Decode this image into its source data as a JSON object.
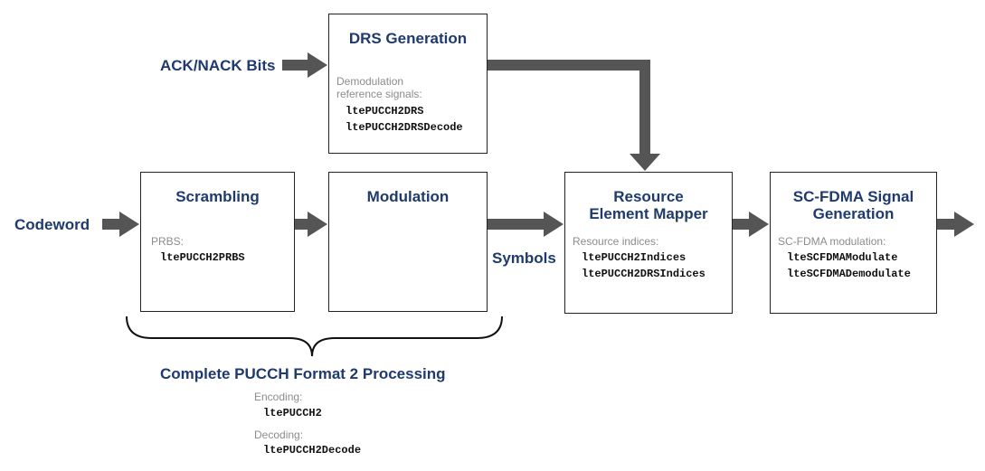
{
  "colors": {
    "title_text": "#1f3a6e",
    "arrow": "#555555",
    "box_border": "#222222",
    "caption_text": "#8c8c8c",
    "function_text": "#111111"
  },
  "inputs": {
    "ack_nack": "ACK/NACK Bits",
    "codeword": "Codeword"
  },
  "symbols_label": "Symbols",
  "drs": {
    "title": "DRS Generation",
    "caption_line1": "Demodulation",
    "caption_line2": "reference signals:",
    "functions": [
      "ltePUCCH2DRS",
      "ltePUCCH2DRSDecode"
    ]
  },
  "scrambling": {
    "title": "Scrambling",
    "caption": "PRBS:",
    "functions": [
      "ltePUCCH2PRBS"
    ]
  },
  "modulation": {
    "title": "Modulation"
  },
  "mapper": {
    "title_line1": "Resource",
    "title_line2": "Element Mapper",
    "caption": "Resource indices:",
    "functions": [
      "ltePUCCH2Indices",
      "ltePUCCH2DRSIndices"
    ]
  },
  "scfdma": {
    "title_line1": "SC-FDMA Signal",
    "title_line2": "Generation",
    "caption": "SC-FDMA modulation:",
    "functions": [
      "lteSCFDMAModulate",
      "lteSCFDMADemodulate"
    ]
  },
  "processing": {
    "title": "Complete PUCCH Format 2 Processing",
    "encoding_caption": "Encoding:",
    "encoding_function": "ltePUCCH2",
    "decoding_caption": "Decoding:",
    "decoding_function": "ltePUCCH2Decode"
  }
}
